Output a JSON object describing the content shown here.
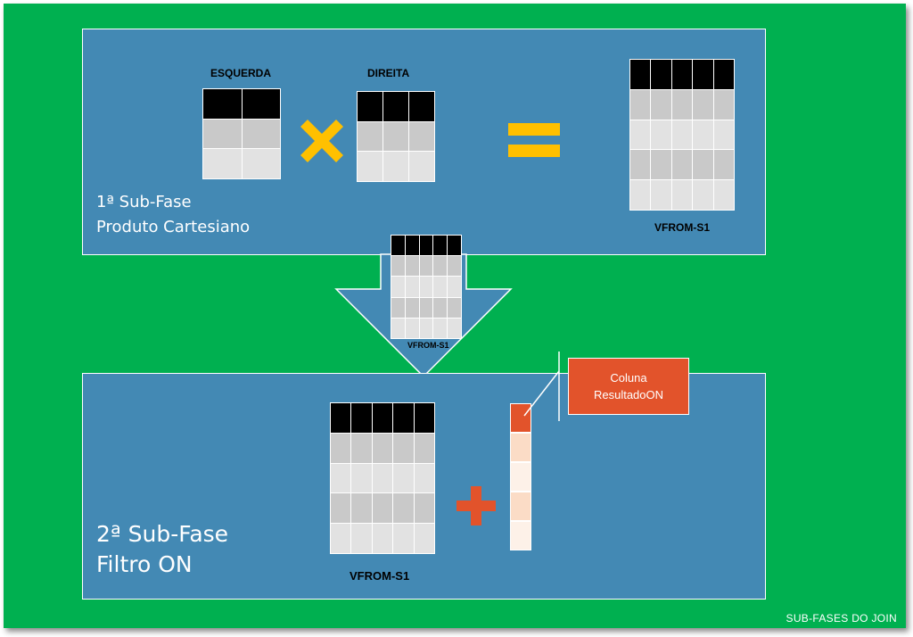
{
  "phase1": {
    "title_line1": "1ª Sub-Fase",
    "title_line2": "Produto Cartesiano",
    "left_label": "ESQUERDA",
    "right_label": "DIREITA",
    "result_label": "VFROM-S1"
  },
  "arrow": {
    "table_label": "VFROM-S1"
  },
  "phase2": {
    "title_line1": "2ª Sub-Fase",
    "title_line2": "Filtro ON",
    "table_label": "VFROM-S1",
    "callout_line1": "Coluna",
    "callout_line2": "ResultadoON"
  },
  "footer": {
    "text": "SUB-FASES DO JOIN"
  },
  "colors": {
    "background": "#00b050",
    "panel": "#4389b4",
    "multiply_sign": "#ffc000",
    "equals_sign": "#ffc000",
    "plus_sign": "#e2532b",
    "callout": "#e2532b",
    "header_cells": "#000000"
  }
}
